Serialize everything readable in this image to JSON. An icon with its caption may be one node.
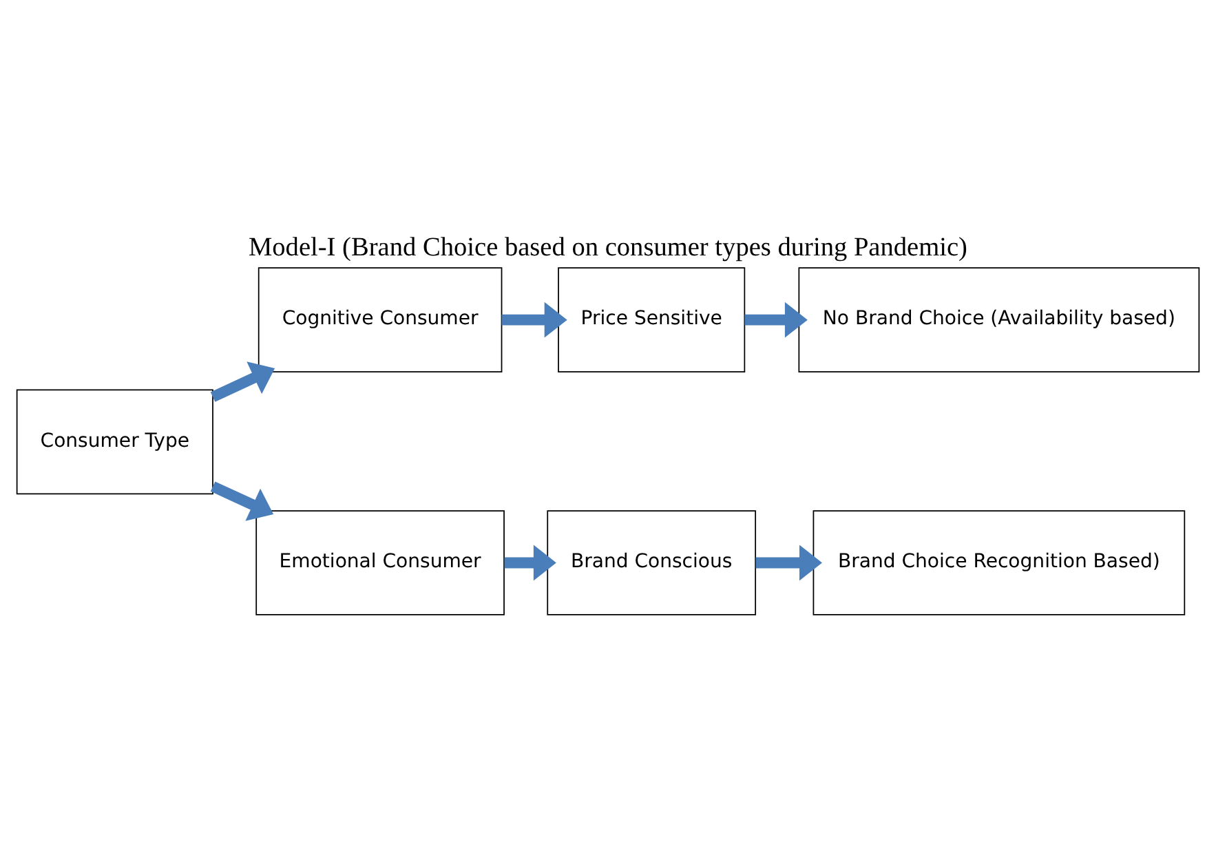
{
  "diagram": {
    "title": "Model-I (Brand Choice based on consumer types during Pandemic)",
    "nodes": [
      {
        "text": [
          "Consumer Type"
        ]
      },
      {
        "text": [
          "Cognitive Consumer"
        ]
      },
      {
        "text": [
          "Price Sensitive"
        ]
      },
      {
        "text": [
          "No Brand Choice (Availability based)"
        ]
      },
      {
        "text": [
          "Emotional Consumer"
        ]
      },
      {
        "text": [
          "Brand Conscious"
        ]
      },
      {
        "text": [
          "Brand Choice Recognition Based)"
        ]
      }
    ],
    "edges": [
      {
        "from": 0,
        "to": 1,
        "arrow": "to"
      },
      {
        "from": 1,
        "to": 2,
        "arrow": "to"
      },
      {
        "from": 2,
        "to": 3,
        "arrow": "to"
      },
      {
        "from": 0,
        "to": 4,
        "arrow": "to"
      },
      {
        "from": 4,
        "to": 5,
        "arrow": "to"
      },
      {
        "from": 5,
        "to": 6,
        "arrow": "to"
      }
    ]
  }
}
